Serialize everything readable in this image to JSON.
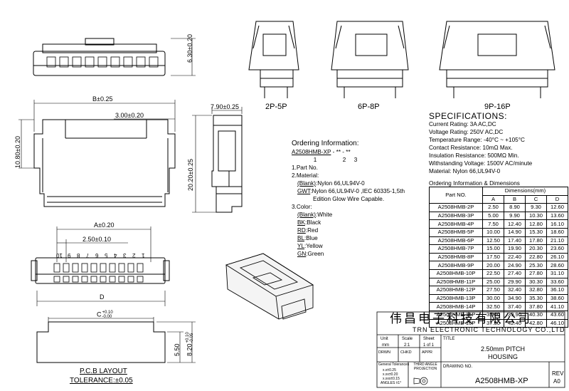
{
  "dimensions": {
    "height_top": "6.30±0.20",
    "b": "B±0.25",
    "b_sub": "3.00±0.20",
    "height_front": "10.80±0.20",
    "width_side": "7.90±0.25",
    "height_side": "20.20±0.25",
    "a": "A±0.20",
    "pitch": "2.50±0.10",
    "d": "D",
    "c": "C",
    "c_tol_upper": "+0.10",
    "c_tol_lower": "-0.00",
    "h_pcb": "5.50",
    "h_pcb2": "8.20",
    "h_pcb2_tol_upper": "+0.10",
    "h_pcb2_tol_lower": "-0.05"
  },
  "pin_numbers": [
    "1",
    "2",
    "3",
    "4",
    "5",
    "6",
    "7",
    "8",
    "9",
    "10"
  ],
  "view_labels": [
    "2P-5P",
    "6P-8P",
    "9P-16P"
  ],
  "pcb_layout": {
    "title": "P.C.B LAYOUT",
    "tolerance": "TOLERANCE:±0.05"
  },
  "ordering": {
    "title": "Ordering Information:",
    "code": "A2508HMB-XP",
    "code_suffix": "- ** - **",
    "code_index": [
      "1",
      "2",
      "3"
    ],
    "part_no": "1.Part No.",
    "material_title": "2.Material:",
    "material_blank_key": "(Blank)",
    "material_blank_val": ":Nylon 66,UL94V-0",
    "material_gwt_key": "GWT",
    "material_gwt_val": ":Nylon 66,UL94V-0 ,IEC 60335-1,5th",
    "material_gwt_val2": "Edition Glow Wire Capable.",
    "color_title": "3.Color:",
    "colors": [
      {
        "key": "(Blank)",
        "val": ":White"
      },
      {
        "key": "BK",
        "val": ":Black"
      },
      {
        "key": "RD",
        "val": ":Red"
      },
      {
        "key": "BL",
        "val": ":Blue"
      },
      {
        "key": "YL",
        "val": ":Yellow"
      },
      {
        "key": "GN",
        "val": ":Green"
      }
    ]
  },
  "specifications": {
    "title": "SPECIFICATIONS:",
    "lines": [
      "Current Rating: 3A AC,DC",
      "Voltage Rating: 250V AC,DC",
      "Temperature Range: -40°C ~ +105°C",
      "Contact Resistance: 10mΩ Max.",
      "Insulation Resistance: 500MΩ Min.",
      "Withstanding Voltage: 1500V AC/minute",
      "Material: Nylon 66,UL94V-0"
    ],
    "ordering_dims_title": "Ordering Information & Dimensions"
  },
  "table": {
    "col_part": "Part NO.",
    "col_dims": "Dimensions(mm)",
    "cols": [
      "A",
      "B",
      "C",
      "D"
    ],
    "rows": [
      [
        "A2508HMB-2P",
        "2.50",
        "8.90",
        "9.30",
        "12.60"
      ],
      [
        "A2508HMB-3P",
        "5.00",
        "9.90",
        "10.30",
        "13.60"
      ],
      [
        "A2508HMB-4P",
        "7.50",
        "12.40",
        "12.80",
        "16.10"
      ],
      [
        "A2508HMB-5P",
        "10.00",
        "14.90",
        "15.30",
        "18.60"
      ],
      [
        "A2508HMB-6P",
        "12.50",
        "17.40",
        "17.80",
        "21.10"
      ],
      [
        "A2508HMB-7P",
        "15.00",
        "19.90",
        "20.30",
        "23.60"
      ],
      [
        "A2508HMB-8P",
        "17.50",
        "22.40",
        "22.80",
        "26.10"
      ],
      [
        "A2508HMB-9P",
        "20.00",
        "24.90",
        "25.30",
        "28.60"
      ],
      [
        "A2508HMB-10P",
        "22.50",
        "27.40",
        "27.80",
        "31.10"
      ],
      [
        "A2508HMB-11P",
        "25.00",
        "29.90",
        "30.30",
        "33.60"
      ],
      [
        "A2508HMB-12P",
        "27.50",
        "32.40",
        "32.80",
        "36.10"
      ],
      [
        "A2508HMB-13P",
        "30.00",
        "34.90",
        "35.30",
        "38.60"
      ],
      [
        "A2508HMB-14P",
        "32.50",
        "37.40",
        "37.80",
        "41.10"
      ],
      [
        "A2508HMB-15P",
        "35.00",
        "39.90",
        "40.30",
        "43.60"
      ],
      [
        "A2508HMB-16P",
        "37.50",
        "42.40",
        "42.80",
        "46.10"
      ]
    ]
  },
  "title_block": {
    "company_cn": "伟昌电子科技有限公司",
    "company_en": "TRN ELECTRONIC TECHNOLOGY CO.,LTD",
    "unit_label": "Unit",
    "unit_val": "mm",
    "scale_label": "Scale",
    "scale_val": "2:1",
    "sheet_label": "Sheet",
    "sheet_val": "1 of 1",
    "title_label": "TITLE",
    "title_line1": "2.50mm PITCH",
    "title_line2": "HOUSING",
    "drwn": "DRWN",
    "chkd": "CHKD",
    "appr": "APPR",
    "general_tol": "General Tolerances",
    "tol_lines": [
      "x.x±0.25",
      "x.xx±0.20",
      "x.xxx±0.15",
      "ANGLES ±1°"
    ],
    "projection": "THIRD ANGLE PROJECTION",
    "drawing_no_label": "DRAWING NO.",
    "drawing_no": "A2508HMB-XP",
    "rev_label": "REV",
    "rev_val": "A0"
  }
}
